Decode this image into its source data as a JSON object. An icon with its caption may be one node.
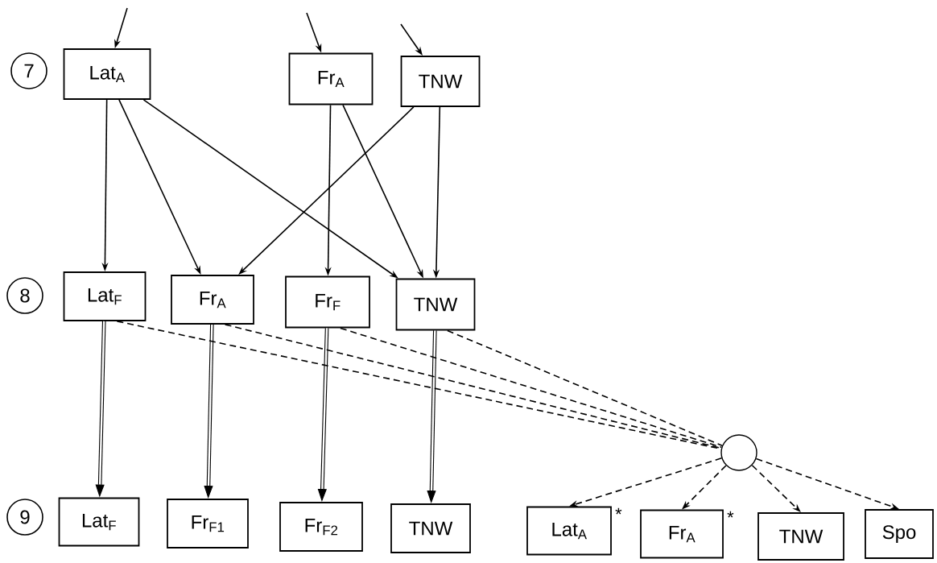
{
  "diagram": {
    "nodes": [
      {
        "text": [
          "7"
        ]
      },
      {
        "text": [
          "Lat$_{A}$"
        ]
      },
      {
        "text": [
          "Fr$_{A}$"
        ]
      },
      {
        "text": [
          "TNW"
        ]
      },
      {
        "text": [
          "8"
        ]
      },
      {
        "text": [
          "Lat$_{F}$"
        ]
      },
      {
        "text": [
          "Fr$_{A}$"
        ]
      },
      {
        "text": [
          "Fr$_{F}$"
        ]
      },
      {
        "text": [
          "TNW"
        ]
      },
      {
        "text": [],
        "shape": "circle"
      },
      {
        "text": [
          "9"
        ]
      },
      {
        "text": [
          "Lat$_{F}$"
        ]
      },
      {
        "text": [
          "Fr$_{F1}$"
        ]
      },
      {
        "text": [
          "Fr$_{F2}$"
        ]
      },
      {
        "text": [
          "TNW"
        ]
      },
      {
        "text": [
          "Lat$_{A}$"
        ],
        "beside": [
          "*"
        ]
      },
      {
        "text": [
          "Fr$_{A}$"
        ],
        "beside": [
          "*"
        ]
      },
      {
        "text": [
          "TNW"
        ]
      },
      {
        "text": [
          "Spo"
        ]
      }
    ],
    "edges": [
      {
        "from": null,
        "to": 1,
        "arrow": "to"
      },
      {
        "from": null,
        "to": 2,
        "arrow": "to"
      },
      {
        "from": null,
        "to": 3,
        "arrow": "to"
      },
      {
        "from": 1,
        "to": 5,
        "arrow": "to"
      },
      {
        "from": 1,
        "to": 6,
        "arrow": "to"
      },
      {
        "from": 1,
        "to": 8,
        "arrow": "to"
      },
      {
        "from": 2,
        "to": 7,
        "arrow": "to"
      },
      {
        "from": 2,
        "to": 8,
        "arrow": "to"
      },
      {
        "from": 3,
        "to": 6,
        "arrow": "to"
      },
      {
        "from": 3,
        "to": 8,
        "arrow": "to"
      },
      {
        "from": 5,
        "to": 11,
        "arrow": "to",
        "style": "thick"
      },
      {
        "from": 6,
        "to": 12,
        "arrow": "to",
        "style": "thick"
      },
      {
        "from": 7,
        "to": 13,
        "arrow": "to",
        "style": "thick"
      },
      {
        "from": 8,
        "to": 14,
        "arrow": "to",
        "style": "thick"
      },
      {
        "from": 5,
        "to": 9,
        "arrow": "none",
        "style": "dashed"
      },
      {
        "from": 6,
        "to": 9,
        "arrow": "none",
        "style": "dashed"
      },
      {
        "from": 7,
        "to": 9,
        "arrow": "none",
        "style": "dashed"
      },
      {
        "from": 8,
        "to": 9,
        "arrow": "none",
        "style": "dashed"
      },
      {
        "from": 9,
        "to": 15,
        "arrow": "to",
        "style": "dashed"
      },
      {
        "from": 9,
        "to": 16,
        "arrow": "to",
        "style": "dashed"
      },
      {
        "from": 9,
        "to": 17,
        "arrow": "to",
        "style": "dashed"
      },
      {
        "from": 9,
        "to": 18,
        "arrow": "to",
        "style": "dashed"
      }
    ]
  }
}
